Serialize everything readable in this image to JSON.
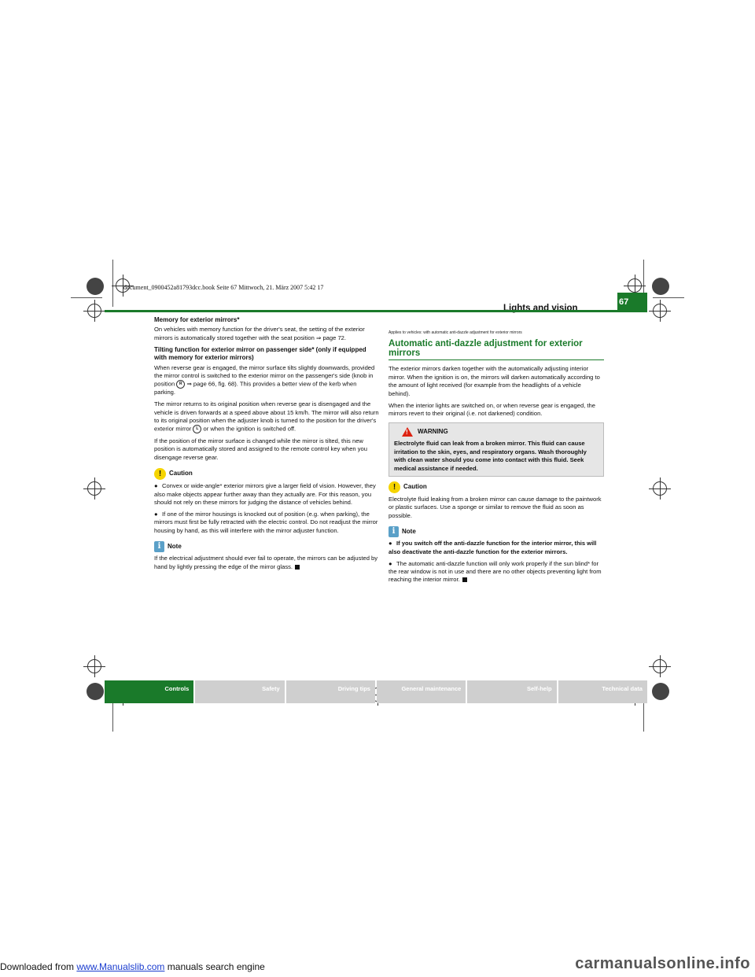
{
  "file_line": "document_0900452a81793dcc.book  Seite 67  Mittwoch, 21. März 2007  5:42 17",
  "header": {
    "title": "Lights and vision",
    "page_number": "67"
  },
  "left": {
    "h1": "Memory for exterior mirrors*",
    "p1": "On vehicles with memory function for the driver's seat, the setting of the exterior mirrors is automatically stored together with the seat position ⇒ page 72.",
    "h2": "Tilting function for exterior mirror on passenger side* (only if equipped with memory for exterior mirrors)",
    "p2a": "When reverse gear is engaged, the mirror surface tilts slightly downwards, provided the mirror control is switched to the exterior mirror on the passenger's side (knob in position",
    "p2_knob": "R",
    "p2b": "⇒ page 66, fig. 68). This provides a better view of the kerb when parking.",
    "p3a": "The mirror returns to its original position when reverse gear is disengaged and the vehicle is driven forwards at a speed above about 15 km/h. The mirror will also return to its original position when the adjuster knob is turned to the position for the driver's exterior mirror",
    "p3_knob": "L",
    "p3b": "or when the ignition is switched off.",
    "p4": "If the position of the mirror surface is changed while the mirror is tilted, this new position is automatically stored and assigned to the remote control key when you disengage reverse gear.",
    "caution_label": "Caution",
    "caution_b1": "Convex or wide-angle* exterior mirrors give a larger field of vision. However, they also make objects appear further away than they actually are. For this reason, you should not rely on these mirrors for judging the distance of vehicles behind.",
    "caution_b2": "If one of the mirror housings is knocked out of position (e.g. when parking), the mirrors must first be fully retracted with the electric control. Do not readjust the mirror housing by hand, as this will interfere with the mirror adjuster function.",
    "note_label": "Note",
    "note_text": "If the electrical adjustment should ever fail to operate, the mirrors can be adjusted by hand by lightly pressing the edge of the mirror glass."
  },
  "right": {
    "applies": "Applies to vehicles: with automatic anti-dazzle adjustment for exterior mirrors",
    "heading": "Automatic anti-dazzle adjustment for exterior mirrors",
    "p1": "The exterior mirrors darken together with the automatically adjusting interior mirror. When the ignition is on, the mirrors will darken automatically according to the amount of light received (for example from the headlights of a vehicle behind).",
    "p2": "When the interior lights are switched on, or when reverse gear is engaged, the mirrors revert to their original (i.e. not darkened) condition.",
    "warning_label": "WARNING",
    "warning_text": "Electrolyte fluid can leak from a broken mirror. This fluid can cause irritation to the skin, eyes, and respiratory organs. Wash thoroughly with clean water should you come into contact with this fluid. Seek medical assistance if needed.",
    "caution_label": "Caution",
    "caution_text": "Electrolyte fluid leaking from a broken mirror can cause damage to the paintwork or plastic surfaces. Use a sponge or similar to remove the fluid as soon as possible.",
    "note_label": "Note",
    "note_b1": "If you switch off the anti-dazzle function for the interior mirror, this will also deactivate the anti-dazzle function for the exterior mirrors.",
    "note_b2": "The automatic anti-dazzle function will only work properly if the sun blind* for the rear window is not in use and there are no other objects preventing light from reaching the interior mirror."
  },
  "tabs": [
    {
      "label": "Controls",
      "active": true
    },
    {
      "label": "Safety",
      "active": false
    },
    {
      "label": "Driving tips",
      "active": false
    },
    {
      "label": "General maintenance",
      "active": false
    },
    {
      "label": "Self-help",
      "active": false
    },
    {
      "label": "Technical data",
      "active": false
    }
  ],
  "footer": {
    "prefix": "Downloaded from ",
    "link": "www.Manualslib.com",
    "suffix": " manuals search engine",
    "watermark": "carmanualsonline.info"
  }
}
